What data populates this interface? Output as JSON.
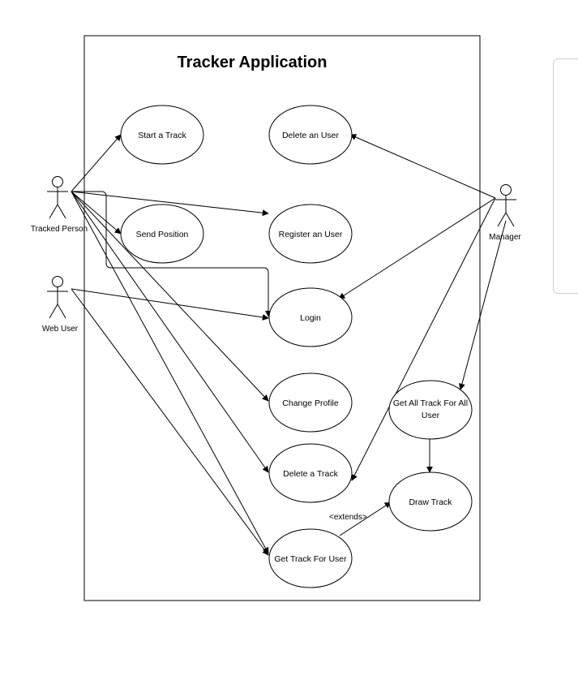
{
  "diagram": {
    "title": "Tracker Application",
    "actors": {
      "tracked_person": "Tracked Person",
      "web_user": "Web User",
      "manager": "Manager"
    },
    "use_cases": {
      "start_track": "Start a Track",
      "delete_user": "Delete an User",
      "send_position": "Send Position",
      "register_user": "Register an User",
      "login": "Login",
      "change_profile": "Change Profile",
      "get_all_track_line1": "Get All Track For All",
      "get_all_track_line2": "User",
      "delete_track": "Delete a Track",
      "draw_track": "Draw Track",
      "get_track_user": "Get Track For User"
    },
    "stereotype": "<extends>"
  }
}
